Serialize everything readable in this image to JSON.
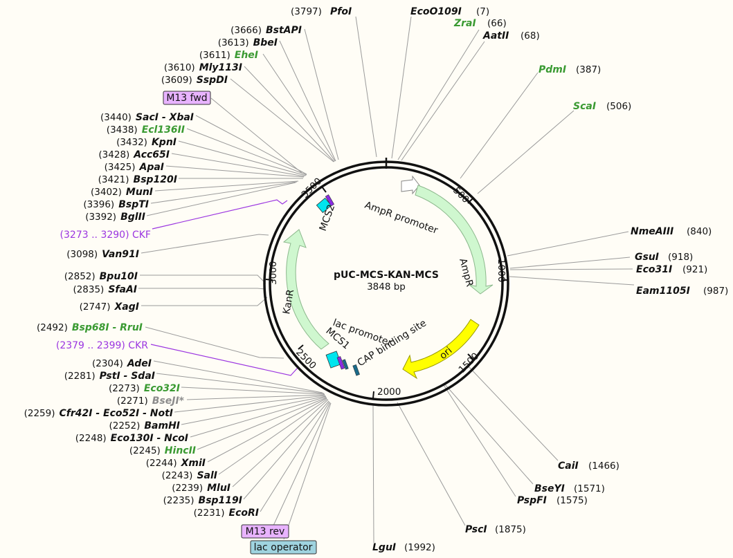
{
  "plasmid": {
    "name": "pUC-MCS-KAN-MCS",
    "size_label": "3848 bp"
  },
  "ticks": [
    "500",
    "1000",
    "1500",
    "2000",
    "2500",
    "3000",
    "3500"
  ],
  "sites": {
    "pfoI": {
      "pos": "(3797)",
      "name": "PfoI"
    },
    "ecoO109I": {
      "name": "EcoO109I",
      "pos": "(7)"
    },
    "zraI": {
      "name": "ZraI",
      "pos": "(66)"
    },
    "aatII": {
      "name": "AatII",
      "pos": "(68)"
    },
    "pdmI": {
      "name": "PdmI",
      "pos": "(387)"
    },
    "scaI": {
      "name": "ScaI",
      "pos": "(506)"
    },
    "nmeAIII": {
      "name": "NmeAIII",
      "pos": "(840)"
    },
    "gsuI": {
      "name": "GsuI",
      "pos": "(918)"
    },
    "eco31I": {
      "name": "Eco31I",
      "pos": "(921)"
    },
    "eam1105I": {
      "name": "Eam1105I",
      "pos": "(987)"
    },
    "caiI": {
      "name": "CaiI",
      "pos": "(1466)"
    },
    "bseYI": {
      "name": "BseYI",
      "pos": "(1571)"
    },
    "pspFI": {
      "name": "PspFI",
      "pos": "(1575)"
    },
    "pscI": {
      "name": "PscI",
      "pos": "(1875)"
    },
    "lguI": {
      "name": "LguI",
      "pos": "(1992)"
    },
    "bstAPI": {
      "pos": "(3666)",
      "name": "BstAPI"
    },
    "bbeI": {
      "pos": "(3613)",
      "name": "BbeI"
    },
    "eheI": {
      "pos": "(3611)",
      "name": "EheI"
    },
    "mly113I": {
      "pos": "(3610)",
      "name": "Mly113I"
    },
    "sspDI": {
      "pos": "(3609)",
      "name": "SspDI"
    },
    "sacI": {
      "pos": "(3440)",
      "name": "SacI - XbaI"
    },
    "ecl136II": {
      "pos": "(3438)",
      "name": "Ecl136II"
    },
    "kpnI": {
      "pos": "(3432)",
      "name": "KpnI"
    },
    "acc65I": {
      "pos": "(3428)",
      "name": "Acc65I"
    },
    "apaI": {
      "pos": "(3425)",
      "name": "ApaI"
    },
    "bsp120I": {
      "pos": "(3421)",
      "name": "Bsp120I"
    },
    "munI": {
      "pos": "(3402)",
      "name": "MunI"
    },
    "bspTI": {
      "pos": "(3396)",
      "name": "BspTI"
    },
    "bglII": {
      "pos": "(3392)",
      "name": "BglII"
    },
    "van91I": {
      "pos": "(3098)",
      "name": "Van91I"
    },
    "bpu10I": {
      "pos": "(2852)",
      "name": "Bpu10I"
    },
    "sfaAI": {
      "pos": "(2835)",
      "name": "SfaAI"
    },
    "xagI": {
      "pos": "(2747)",
      "name": "XagI"
    },
    "bsp68I": {
      "pos": "(2492)",
      "name": "Bsp68I - RruI"
    },
    "adeI": {
      "pos": "(2304)",
      "name": "AdeI"
    },
    "pstI": {
      "pos": "(2281)",
      "name": "PstI - SdaI"
    },
    "eco32I": {
      "pos": "(2273)",
      "name": "Eco32I"
    },
    "bseJI": {
      "pos": "(2271)",
      "name": "BseJI*"
    },
    "cfr42I": {
      "pos": "(2259)",
      "name": "Cfr42I - Eco52I - NotI"
    },
    "bamHI": {
      "pos": "(2252)",
      "name": "BamHI"
    },
    "eco130I": {
      "pos": "(2248)",
      "name": "Eco130I - NcoI"
    },
    "hincII": {
      "pos": "(2245)",
      "name": "HincII"
    },
    "xmiI": {
      "pos": "(2244)",
      "name": "XmiI"
    },
    "salI": {
      "pos": "(2243)",
      "name": "SalI"
    },
    "mluI": {
      "pos": "(2239)",
      "name": "MluI"
    },
    "bsp119I": {
      "pos": "(2235)",
      "name": "Bsp119I"
    },
    "ecoRI": {
      "pos": "(2231)",
      "name": "EcoRI"
    }
  },
  "primers": {
    "ckf": "(3273 .. 3290)  CKF",
    "ckr": "(2379 .. 2399)  CKR"
  },
  "boxes": {
    "m13fwd": "M13 fwd",
    "m13rev": "M13 rev",
    "lacOperator": "lac operator"
  },
  "features": {
    "ampRPromoter": "AmpR promoter",
    "ampR": "AmpR",
    "ori": "ori",
    "capSite": "CAP binding site",
    "lacPromoter": "lac promoter",
    "mcs1": "MCS1",
    "mcs2": "MCS2",
    "kanR": "KanR"
  },
  "colors": {
    "enzyme_green": "#3a9a32",
    "primer_purple": "#9b35e0",
    "feature_green": "#cff7cf",
    "ori_yellow": "#ffff00",
    "mcs_cyan": "#00e5ee",
    "m13_box": "#e8b3ff",
    "lac_box": "#9fd3df"
  }
}
